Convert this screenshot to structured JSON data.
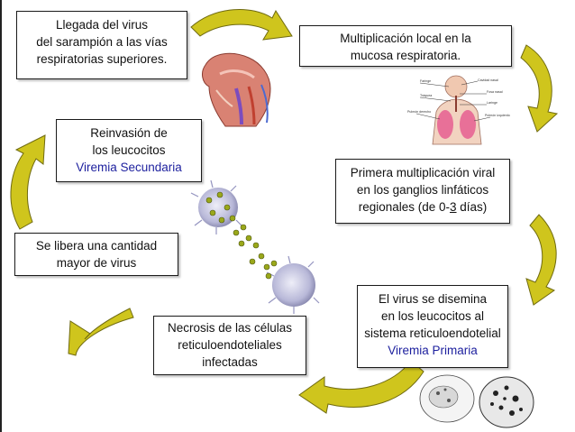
{
  "diagram": {
    "steps": {
      "s1": {
        "lines": [
          "Llegada del virus",
          "del sarampión a las vías",
          "respiratorias superiores."
        ]
      },
      "s2": {
        "lines": [
          "Multiplicación local en la",
          "mucosa respiratoria."
        ]
      },
      "s3": {
        "line1": "Primera multiplicación viral",
        "line2": "en los ganglios linfáticos",
        "line3_pre": "regionales  (de 0-",
        "line3_num": "3",
        "line3_post": " días)"
      },
      "s4": {
        "lines": [
          "El virus se disemina",
          "en los leucocitos al",
          "sistema reticuloendotelial"
        ],
        "highlight": "Viremia Primaria"
      },
      "s5": {
        "lines": [
          "Necrosis de las  células",
          "reticuloendoteliales",
          "infectadas"
        ]
      },
      "s6": {
        "lines": [
          "Se libera una cantidad",
          "mayor de virus"
        ]
      },
      "s7": {
        "lines": [
          "Reinvasión de",
          "los leucocitos"
        ],
        "highlight": "Viremia Secundaria"
      }
    },
    "colors": {
      "arrow_fill": "#cfc51d",
      "arrow_stroke": "#6f6a10",
      "highlight_text": "#1c1f9e",
      "cell": "#b8b8d8",
      "virus": "#9aa81a"
    },
    "illustrations": {
      "resp_labels": [
        "Cavidad nasal",
        "Faringe",
        "Fosa nasal",
        "Tráquea",
        "Laringe",
        "Pulmón derecho",
        "Pulmón izquierdo"
      ]
    }
  }
}
